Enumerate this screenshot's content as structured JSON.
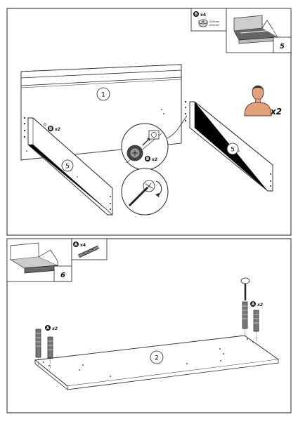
{
  "step5": {
    "step_number": "5",
    "cam_badge": "B",
    "cam_count": "x4",
    "cam_spec_line1": "Ø15mm",
    "cam_spec_line2": "Ø19/32\"",
    "headboard_part": "1",
    "left_rail_part": "5",
    "right_rail_part": "5",
    "left_rail_badge": "B",
    "left_rail_count": "x2",
    "detail_badge": "B",
    "detail_count": "x2",
    "person_count": "x2"
  },
  "step6": {
    "step_number": "6",
    "dowel_badge": "A",
    "dowel_count": "x4",
    "panel_part": "2",
    "left_badge": "A",
    "left_count": "x2",
    "right_badge": "A",
    "right_count": "x2"
  }
}
